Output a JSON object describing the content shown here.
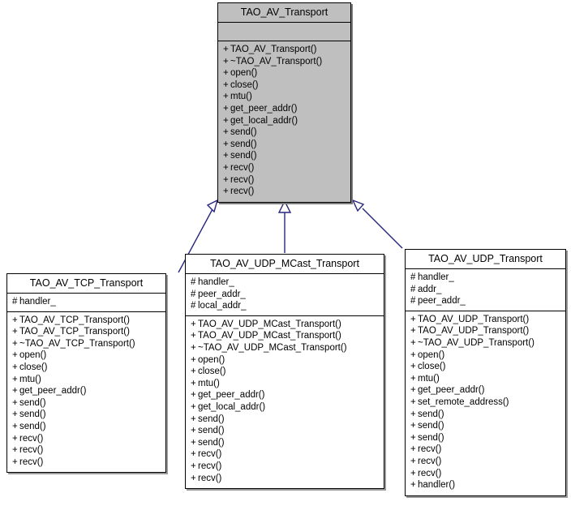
{
  "diagram": {
    "kind": "uml-class-inheritance",
    "colors": {
      "root_fill": "#bfbfbf",
      "node_fill": "#ffffff",
      "border": "#000000",
      "edge": "#27277f",
      "text": "#000000"
    }
  },
  "nodes": {
    "root": {
      "name": "TAO_AV_Transport",
      "attributes": [],
      "operations": [
        {
          "vis": "+",
          "text": "TAO_AV_Transport()"
        },
        {
          "vis": "+",
          "text": "~TAO_AV_Transport()"
        },
        {
          "vis": "+",
          "text": "open()"
        },
        {
          "vis": "+",
          "text": "close()"
        },
        {
          "vis": "+",
          "text": "mtu()"
        },
        {
          "vis": "+",
          "text": "get_peer_addr()"
        },
        {
          "vis": "+",
          "text": "get_local_addr()"
        },
        {
          "vis": "+",
          "text": "send()"
        },
        {
          "vis": "+",
          "text": "send()"
        },
        {
          "vis": "+",
          "text": "send()"
        },
        {
          "vis": "+",
          "text": "recv()"
        },
        {
          "vis": "+",
          "text": "recv()"
        },
        {
          "vis": "+",
          "text": "recv()"
        }
      ]
    },
    "tcp": {
      "name": "TAO_AV_TCP_Transport",
      "attributes": [
        {
          "vis": "#",
          "text": "handler_"
        }
      ],
      "operations": [
        {
          "vis": "+",
          "text": "TAO_AV_TCP_Transport()"
        },
        {
          "vis": "+",
          "text": "TAO_AV_TCP_Transport()"
        },
        {
          "vis": "+",
          "text": "~TAO_AV_TCP_Transport()"
        },
        {
          "vis": "+",
          "text": "open()"
        },
        {
          "vis": "+",
          "text": "close()"
        },
        {
          "vis": "+",
          "text": "mtu()"
        },
        {
          "vis": "+",
          "text": "get_peer_addr()"
        },
        {
          "vis": "+",
          "text": "send()"
        },
        {
          "vis": "+",
          "text": "send()"
        },
        {
          "vis": "+",
          "text": "send()"
        },
        {
          "vis": "+",
          "text": "recv()"
        },
        {
          "vis": "+",
          "text": "recv()"
        },
        {
          "vis": "+",
          "text": "recv()"
        }
      ]
    },
    "udpmcast": {
      "name": "TAO_AV_UDP_MCast_Transport",
      "attributes": [
        {
          "vis": "#",
          "text": "handler_"
        },
        {
          "vis": "#",
          "text": "peer_addr_"
        },
        {
          "vis": "#",
          "text": "local_addr_"
        }
      ],
      "operations": [
        {
          "vis": "+",
          "text": "TAO_AV_UDP_MCast_Transport()"
        },
        {
          "vis": "+",
          "text": "TAO_AV_UDP_MCast_Transport()"
        },
        {
          "vis": "+",
          "text": "~TAO_AV_UDP_MCast_Transport()"
        },
        {
          "vis": "+",
          "text": "open()"
        },
        {
          "vis": "+",
          "text": "close()"
        },
        {
          "vis": "+",
          "text": "mtu()"
        },
        {
          "vis": "+",
          "text": "get_peer_addr()"
        },
        {
          "vis": "+",
          "text": "get_local_addr()"
        },
        {
          "vis": "+",
          "text": "send()"
        },
        {
          "vis": "+",
          "text": "send()"
        },
        {
          "vis": "+",
          "text": "send()"
        },
        {
          "vis": "+",
          "text": "recv()"
        },
        {
          "vis": "+",
          "text": "recv()"
        },
        {
          "vis": "+",
          "text": "recv()"
        }
      ]
    },
    "udp": {
      "name": "TAO_AV_UDP_Transport",
      "attributes": [
        {
          "vis": "#",
          "text": "handler_"
        },
        {
          "vis": "#",
          "text": "addr_"
        },
        {
          "vis": "#",
          "text": "peer_addr_"
        }
      ],
      "operations": [
        {
          "vis": "+",
          "text": "TAO_AV_UDP_Transport()"
        },
        {
          "vis": "+",
          "text": "TAO_AV_UDP_Transport()"
        },
        {
          "vis": "+",
          "text": "~TAO_AV_UDP_Transport()"
        },
        {
          "vis": "+",
          "text": "open()"
        },
        {
          "vis": "+",
          "text": "close()"
        },
        {
          "vis": "+",
          "text": "mtu()"
        },
        {
          "vis": "+",
          "text": "get_peer_addr()"
        },
        {
          "vis": "+",
          "text": "set_remote_address()"
        },
        {
          "vis": "+",
          "text": "send()"
        },
        {
          "vis": "+",
          "text": "send()"
        },
        {
          "vis": "+",
          "text": "send()"
        },
        {
          "vis": "+",
          "text": "recv()"
        },
        {
          "vis": "+",
          "text": "recv()"
        },
        {
          "vis": "+",
          "text": "recv()"
        },
        {
          "vis": "+",
          "text": "handler()"
        }
      ]
    }
  },
  "edges": [
    {
      "from": "tcp",
      "to": "root",
      "relation": "generalization"
    },
    {
      "from": "udpmcast",
      "to": "root",
      "relation": "generalization"
    },
    {
      "from": "udp",
      "to": "root",
      "relation": "generalization"
    }
  ]
}
